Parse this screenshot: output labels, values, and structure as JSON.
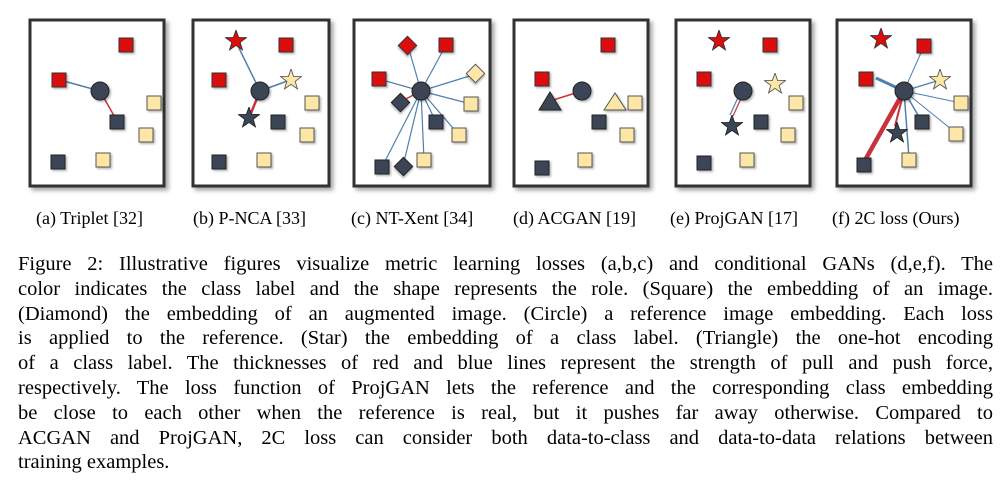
{
  "panels": [
    {
      "id": "a",
      "caption": "(a) Triplet [32]"
    },
    {
      "id": "b",
      "caption": "(b) P-NCA [33]"
    },
    {
      "id": "c",
      "caption": "(c) NT-Xent [34]"
    },
    {
      "id": "d",
      "caption": "(d) ACGAN [19]"
    },
    {
      "id": "e",
      "caption": "(e) ProjGAN [17]"
    },
    {
      "id": "f",
      "caption": "(f) 2C loss (Ours)"
    }
  ],
  "figure_caption_lines": [
    "Figure 2: Illustrative figures visualize metric learning losses (a,b,c) and conditional GANs (d,e,f). The",
    "color indicates the class label and the shape represents the role. (Square) the embedding of an image.",
    "(Diamond) the embedding of an augmented image. (Circle) a reference image embedding. Each loss",
    "is applied to the reference. (Star) the embedding of a class label. (Triangle) the one-hot encoding",
    "of a class label. The thicknesses of red and blue lines represent the strength of pull and push force,",
    "respectively. The loss function of ProjGAN lets the reference and the corresponding class embedding",
    "be close to each other when the reference is real, but it pushes far away otherwise. Compared to",
    "ACGAN and ProjGAN, 2C loss can consider both data-to-class and data-to-data relations between",
    "training examples."
  ],
  "colors": {
    "red": "#dc0d0d",
    "dark": "#3a4556",
    "yellow": "#fde6a6",
    "pull_line": "#c8323c",
    "push_line": "#4f7fb0"
  }
}
